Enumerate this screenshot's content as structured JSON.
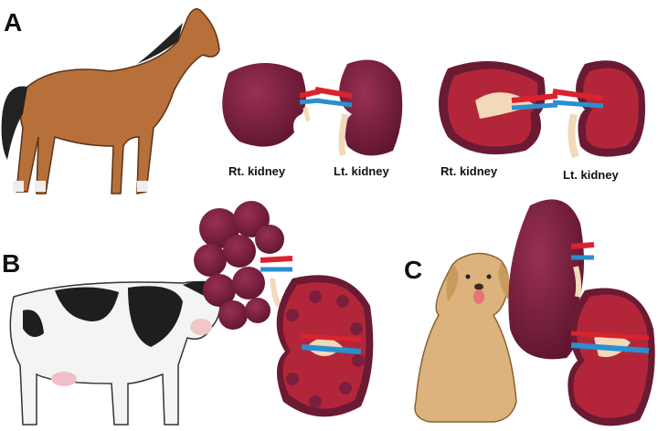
{
  "panels": {
    "a": {
      "letter": "A",
      "exterior_right_label": "Rt. kidney",
      "exterior_left_label": "Lt. kidney",
      "section_right_label": "Rt. kidney",
      "section_left_label": "Lt. kidney"
    },
    "b": {
      "letter": "B"
    },
    "c": {
      "letter": "C"
    }
  },
  "colors": {
    "kidney": "#7a1f3d",
    "kidney_cortex": "#b3263a",
    "artery": "#d9232e",
    "vein": "#2a8fd0",
    "ureter": "#f2d9b8",
    "horse": "#b8703a",
    "dog": "#dcb37c"
  }
}
